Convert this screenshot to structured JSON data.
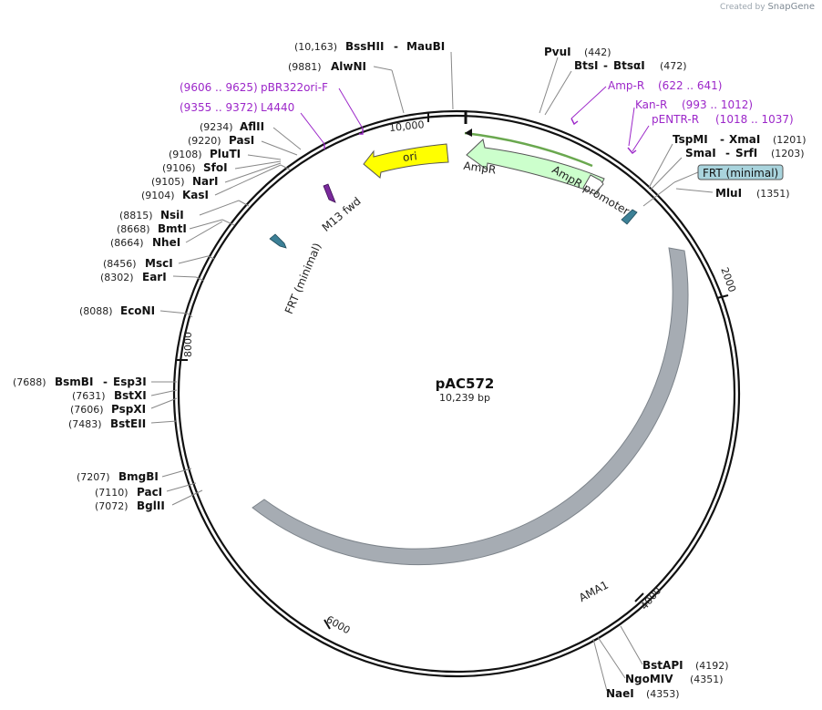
{
  "app": {
    "created_by": "Created by",
    "brand": "SnapGene"
  },
  "plasmid": {
    "name": "pAC572",
    "length_label": "10,239 bp"
  },
  "ticks": [
    "10,000",
    "2000",
    "4000",
    "6000",
    "8000"
  ],
  "features": {
    "ori": "ori",
    "ampr": "AmpR",
    "ampr_promoter": "AmpR promoter",
    "m13": "M13 fwd",
    "frt_left": "FRT (minimal)",
    "frt_right": "FRT (minimal)",
    "ama1": "AMA1"
  },
  "primers": [
    {
      "pos": "(9606 .. 9625)",
      "name": "pBR322ori-F"
    },
    {
      "pos": "(9355 .. 9372)",
      "name": "L4440"
    },
    {
      "name": "Amp-R",
      "pos": "(622 .. 641)"
    },
    {
      "name": "Kan-R",
      "pos": "(993 .. 1012)"
    },
    {
      "name": "pENTR-R",
      "pos": "(1018 .. 1037)"
    }
  ],
  "sites_left": [
    {
      "pos": "(10,163)",
      "name": "BssHII",
      "name2": "MauBI"
    },
    {
      "pos": "(9881)",
      "name": "AlwNI"
    },
    {
      "pos": "(9234)",
      "name": "AflII"
    },
    {
      "pos": "(9220)",
      "name": "PasI"
    },
    {
      "pos": "(9108)",
      "name": "PluTI"
    },
    {
      "pos": "(9106)",
      "name": "SfoI"
    },
    {
      "pos": "(9105)",
      "name": "NarI"
    },
    {
      "pos": "(9104)",
      "name": "KasI"
    },
    {
      "pos": "(8815)",
      "name": "NsiI"
    },
    {
      "pos": "(8668)",
      "name": "BmtI"
    },
    {
      "pos": "(8664)",
      "name": "NheI"
    },
    {
      "pos": "(8456)",
      "name": "MscI"
    },
    {
      "pos": "(8302)",
      "name": "EarI"
    },
    {
      "pos": "(8088)",
      "name": "EcoNI"
    },
    {
      "pos": "(7688)",
      "name": "BsmBI",
      "name2": "Esp3I"
    },
    {
      "pos": "(7631)",
      "name": "BstXI"
    },
    {
      "pos": "(7606)",
      "name": "PspXI"
    },
    {
      "pos": "(7483)",
      "name": "BstEII"
    },
    {
      "pos": "(7207)",
      "name": "BmgBI"
    },
    {
      "pos": "(7110)",
      "name": "PacI"
    },
    {
      "pos": "(7072)",
      "name": "BglII"
    }
  ],
  "sites_right": [
    {
      "name": "PvuI",
      "pos": "(442)"
    },
    {
      "name": "BtsI",
      "name2": "BtsαI",
      "pos": "(472)"
    },
    {
      "name": "TspMI",
      "name2": "XmaI",
      "pos": "(1201)"
    },
    {
      "name": "SmaI",
      "name2": "SrfI",
      "pos": "(1203)"
    },
    {
      "name": "FRT (minimal)",
      "boxed": true
    },
    {
      "name": "MluI",
      "pos": "(1351)"
    },
    {
      "name": "BstAPI",
      "pos": "(4192)"
    },
    {
      "name": "NgoMIV",
      "pos": "(4351)"
    },
    {
      "name": "NaeI",
      "pos": "(4353)"
    }
  ],
  "colors": {
    "backbone": "#111111",
    "ori": "#ffff00",
    "ampr": "#ccffcc",
    "ampr_promoter": "#ffffff",
    "ama1": "#a6acb3",
    "frt": "#3c8096",
    "m13": "#7a2a9c",
    "primer": "#9c27c9",
    "orf_line": "#6aa84f"
  }
}
